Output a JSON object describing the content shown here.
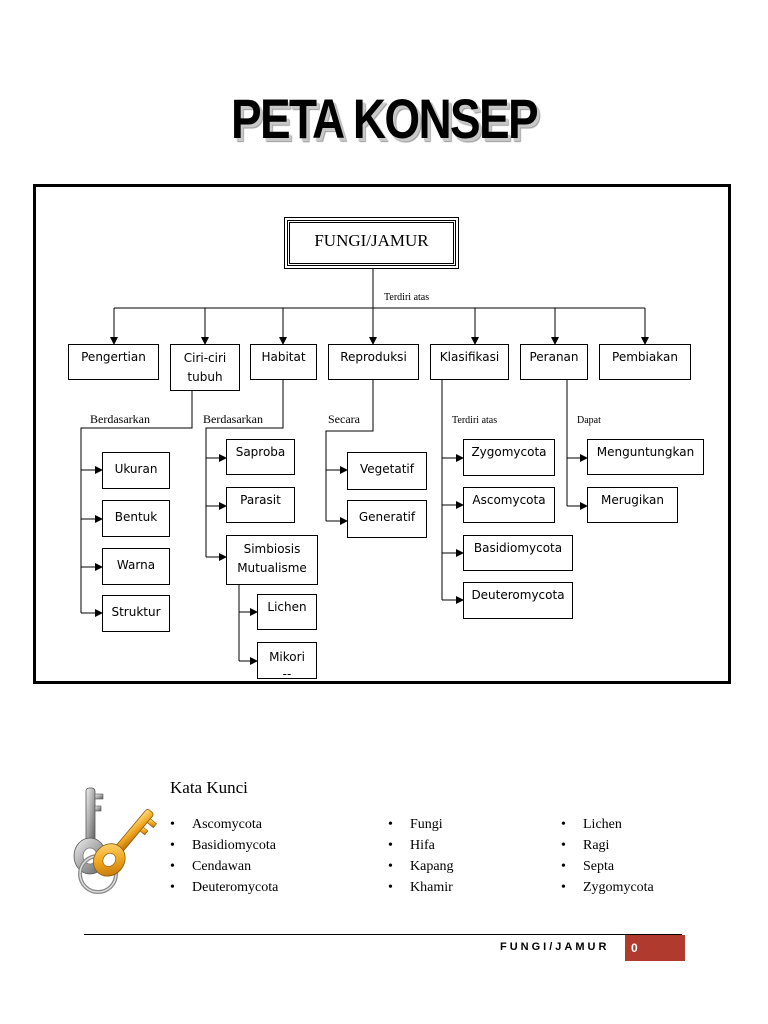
{
  "page_title": "PETA KONSEP",
  "root": "FUNGI/JAMUR",
  "root_relation": "Terdiri atas",
  "categories": [
    "Pengertian",
    "Ciri-ciri tubuh",
    "Habitat",
    "Reproduksi",
    "Klasifikasi",
    "Peranan",
    "Pembiakan"
  ],
  "relations": {
    "ciri": "Berdasarkan",
    "habitat": "Berdasarkan",
    "reproduksi": "Secara",
    "klasifikasi": "Terdiri atas",
    "peranan": "Dapat"
  },
  "ciri_items": [
    "Ukuran",
    "Bentuk",
    "Warna",
    "Struktur"
  ],
  "habitat_items": [
    "Saproba",
    "Parasit",
    "Simbiosis Mutualisme"
  ],
  "simbiosis_items": [
    "Lichen",
    "Mikori"
  ],
  "mikori_overflow": "--",
  "reproduksi_items": [
    "Vegetatif",
    "Generatif"
  ],
  "klasifikasi_items": [
    "Zygomycota",
    "Ascomycota",
    "Basidiomycota",
    "Deuteromycota"
  ],
  "peranan_items": [
    "Menguntungkan",
    "Merugikan"
  ],
  "keywords": {
    "title": "Kata Kunci",
    "col1": [
      "Ascomycota",
      "Basidiomycota",
      "Cendawan",
      "Deuteromycota"
    ],
    "col2": [
      "Fungi",
      "Hifa",
      "Kapang",
      "Khamir"
    ],
    "col3": [
      "Lichen",
      "Ragi",
      "Septa",
      "Zygomycota"
    ]
  },
  "footer": {
    "label": "FUNGI/JAMUR",
    "page": "0",
    "accent": "#b03a2e"
  },
  "icon": "keys-icon"
}
